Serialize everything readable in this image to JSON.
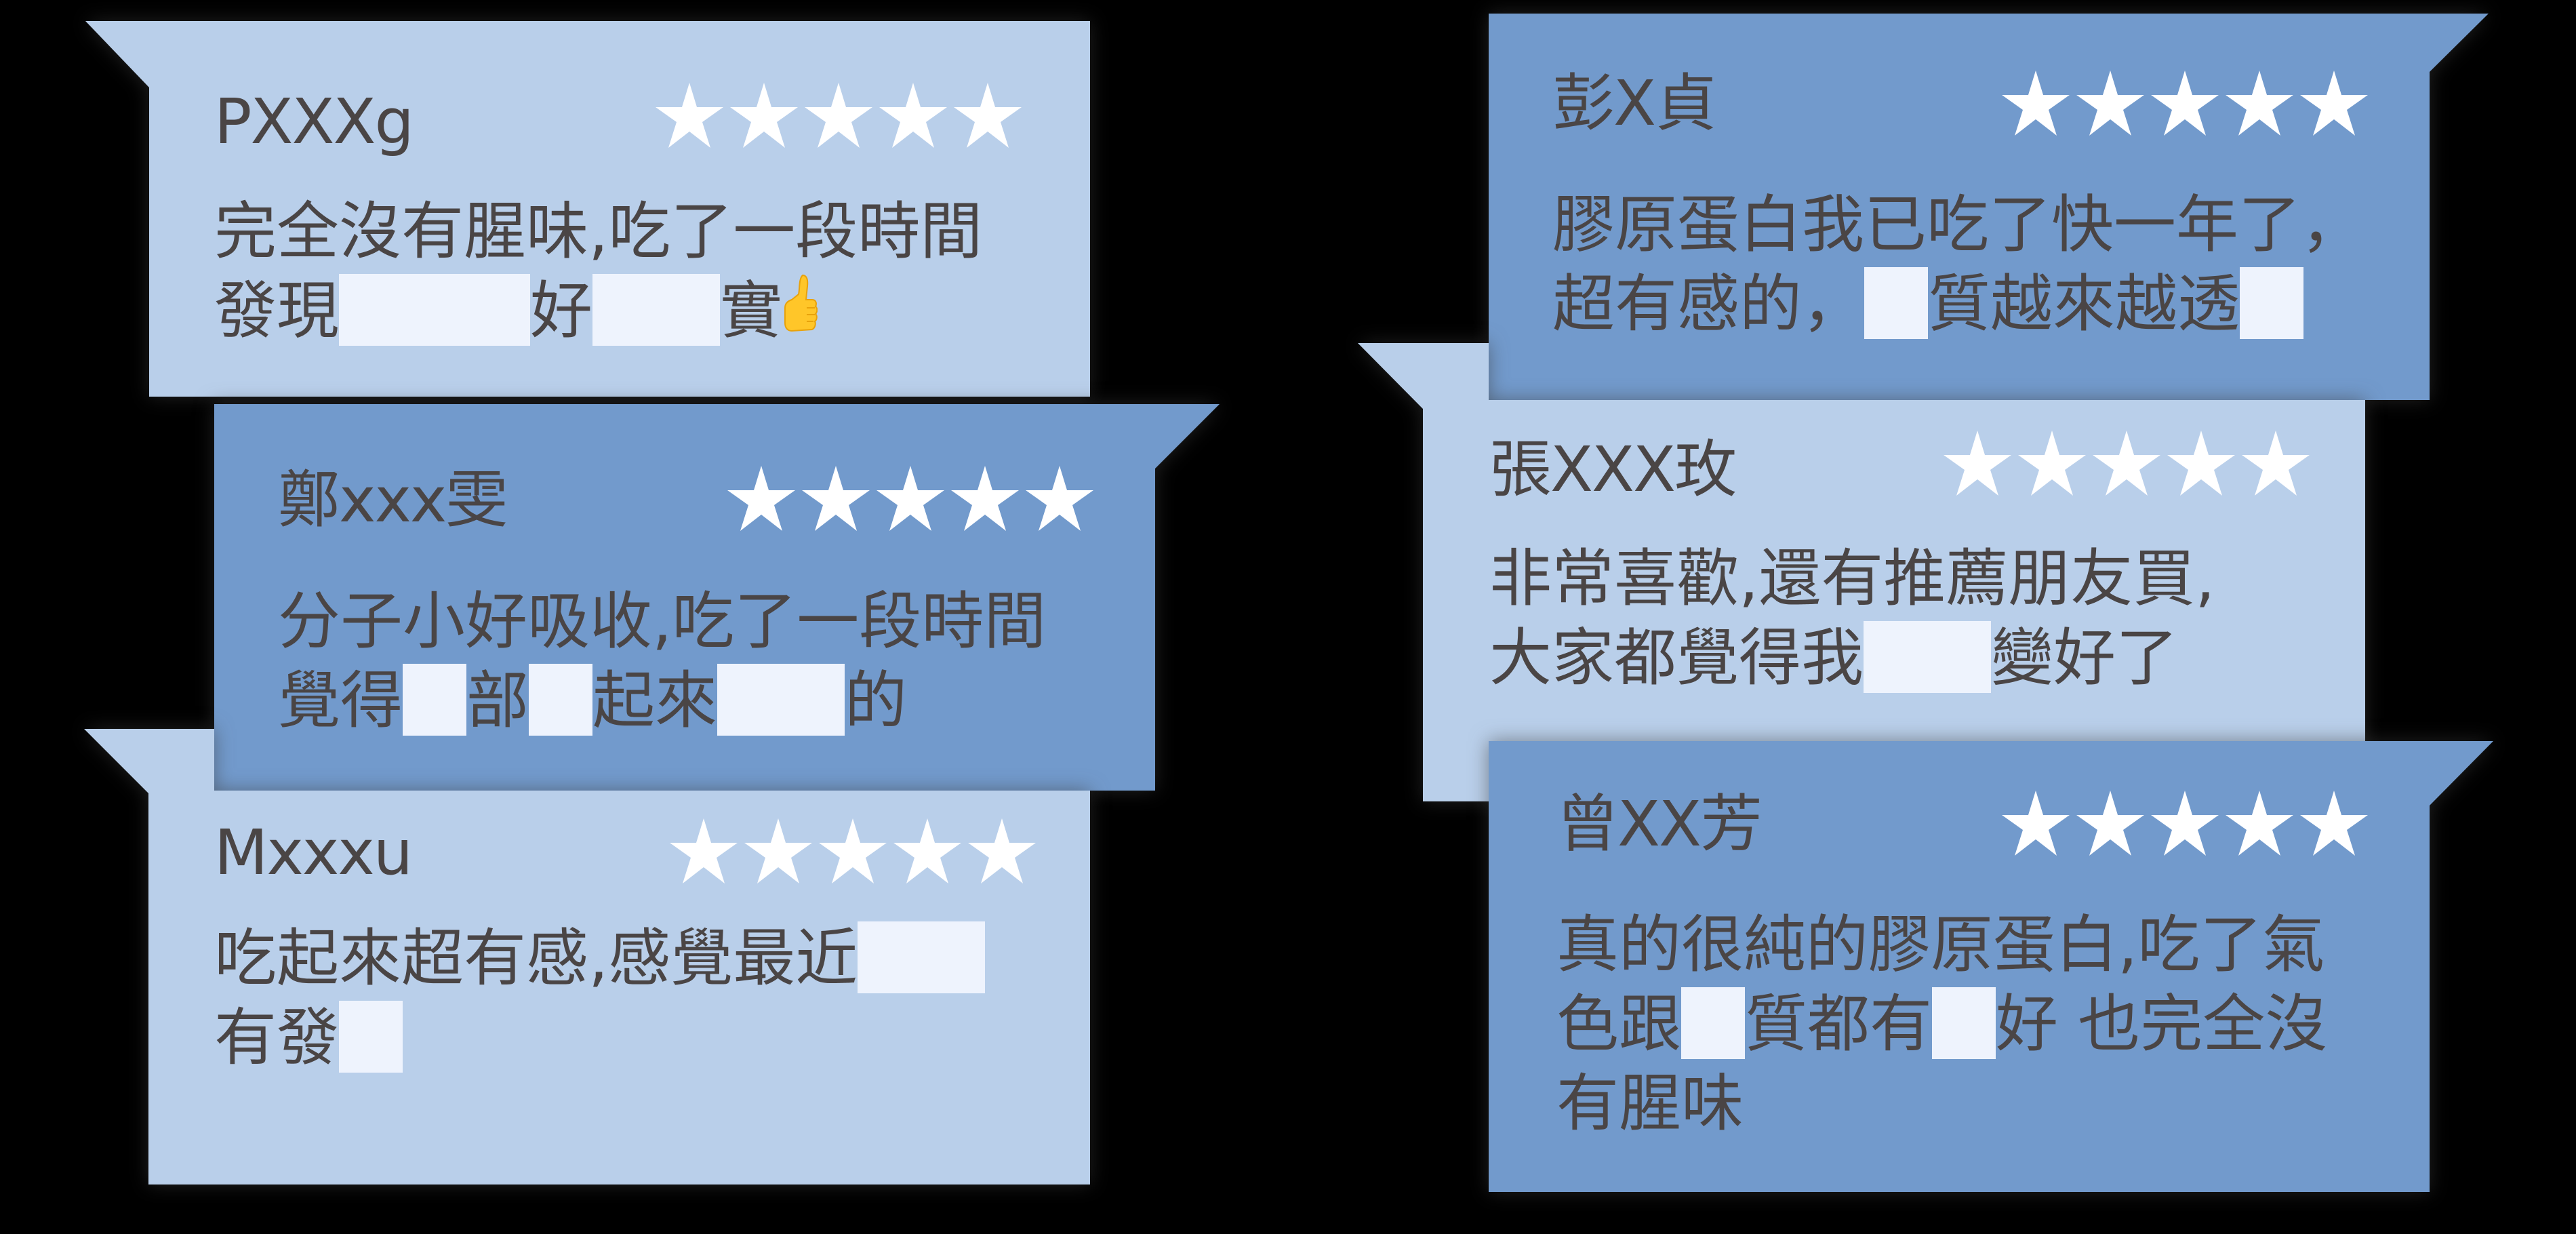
{
  "colors": {
    "background": "#000000",
    "card_light": "#b9cfea",
    "card_dark": "#729acc",
    "text": "#4a4545",
    "star": "#ffffff",
    "redaction": "#eef3fd"
  },
  "rating_icon": "star-icon",
  "cards": [
    {
      "id": "review-pxxxg",
      "theme": "light",
      "name": "PXXXg",
      "rating": 5,
      "body_lines": [
        [
          {
            "t": "text",
            "v": "完全沒有腥味,吃了一段時間"
          }
        ],
        [
          {
            "t": "text",
            "v": "發現"
          },
          {
            "t": "redact",
            "chars": 3
          },
          {
            "t": "text",
            "v": "好"
          },
          {
            "t": "redact",
            "chars": 2
          },
          {
            "t": "text",
            "v": "實"
          },
          {
            "t": "emoji",
            "v": "thumbs-up-icon"
          }
        ]
      ]
    },
    {
      "id": "review-zheng",
      "theme": "dark",
      "name": "鄭xxx雯",
      "rating": 5,
      "body_lines": [
        [
          {
            "t": "text",
            "v": "分子小好吸收,吃了一段時間"
          }
        ],
        [
          {
            "t": "text",
            "v": "覺得"
          },
          {
            "t": "redact",
            "chars": 1
          },
          {
            "t": "text",
            "v": "部"
          },
          {
            "t": "redact",
            "chars": 1
          },
          {
            "t": "text",
            "v": "起來"
          },
          {
            "t": "redact",
            "chars": 2
          },
          {
            "t": "text",
            "v": "的"
          }
        ]
      ]
    },
    {
      "id": "review-mxxxu",
      "theme": "light",
      "name": "Mxxxu",
      "rating": 5,
      "body_lines": [
        [
          {
            "t": "text",
            "v": "吃起來超有感,感覺最近"
          },
          {
            "t": "redact",
            "chars": 2
          }
        ],
        [
          {
            "t": "text",
            "v": "有發"
          },
          {
            "t": "redact",
            "chars": 1
          }
        ]
      ]
    },
    {
      "id": "review-peng",
      "theme": "dark",
      "name": "彭X貞",
      "rating": 5,
      "body_lines": [
        [
          {
            "t": "text",
            "v": "膠原蛋白我已吃了快一年了，"
          }
        ],
        [
          {
            "t": "text",
            "v": "超有感的，"
          },
          {
            "t": "redact",
            "chars": 1
          },
          {
            "t": "text",
            "v": "質越來越透"
          },
          {
            "t": "redact",
            "chars": 1
          }
        ]
      ]
    },
    {
      "id": "review-zhang",
      "theme": "light",
      "name": "張XXX玫",
      "rating": 5,
      "body_lines": [
        [
          {
            "t": "text",
            "v": "非常喜歡,還有推薦朋友買,"
          }
        ],
        [
          {
            "t": "text",
            "v": "大家都覺得我"
          },
          {
            "t": "redact",
            "chars": 2
          },
          {
            "t": "text",
            "v": "變好了"
          }
        ]
      ]
    },
    {
      "id": "review-zeng",
      "theme": "dark",
      "name": "曾XX芳",
      "rating": 5,
      "body_lines": [
        [
          {
            "t": "text",
            "v": "真的很純的膠原蛋白,吃了氣"
          }
        ],
        [
          {
            "t": "text",
            "v": "色跟"
          },
          {
            "t": "redact",
            "chars": 1
          },
          {
            "t": "text",
            "v": "質都有"
          },
          {
            "t": "redact",
            "chars": 1
          },
          {
            "t": "text",
            "v": "好 也完全沒"
          }
        ],
        [
          {
            "t": "text",
            "v": "有腥味"
          }
        ]
      ]
    }
  ]
}
